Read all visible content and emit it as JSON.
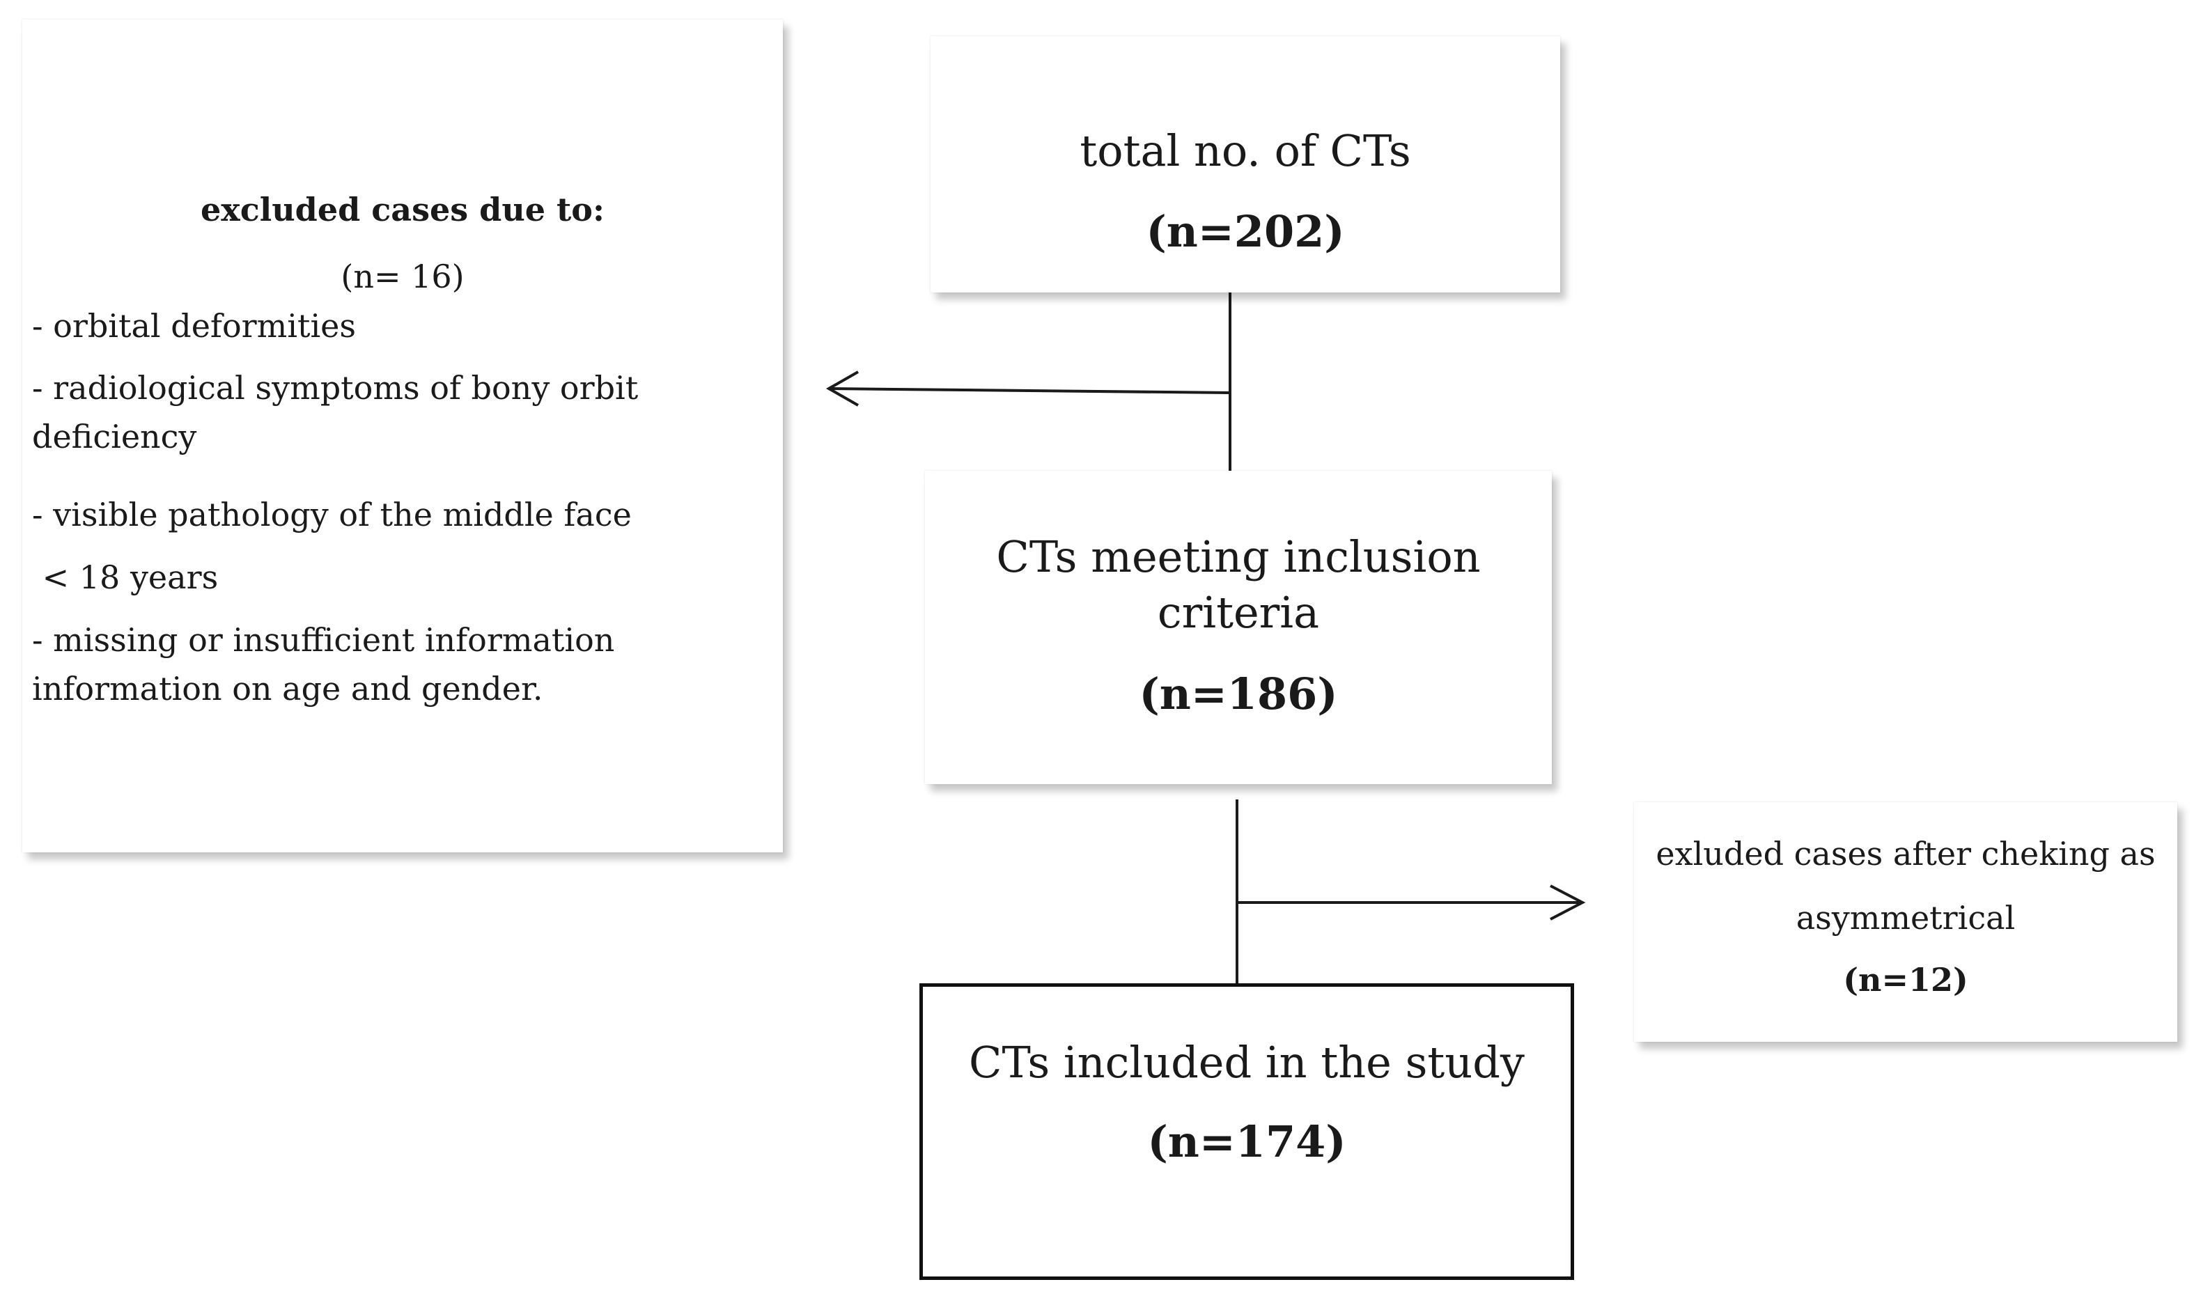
{
  "total": {
    "title": "total no. of CTs",
    "count": "(n=202)"
  },
  "excluded": {
    "heading": "excluded cases due to:",
    "count": "(n= 16)",
    "reasons": [
      "- orbital deformities",
      "- radiological symptoms of bony orbit deficiency",
      "- visible pathology of the middle face",
      " < 18 years",
      "- missing or insufficient information information on age and gender."
    ]
  },
  "inclusion": {
    "title": "CTs meeting inclusion criteria",
    "count": "(n=186)"
  },
  "asymmetrical": {
    "title": "exluded cases after cheking as asymmetrical",
    "count": "(n=12)"
  },
  "included": {
    "title": "CTs included in the study",
    "count": "(n=174)"
  }
}
